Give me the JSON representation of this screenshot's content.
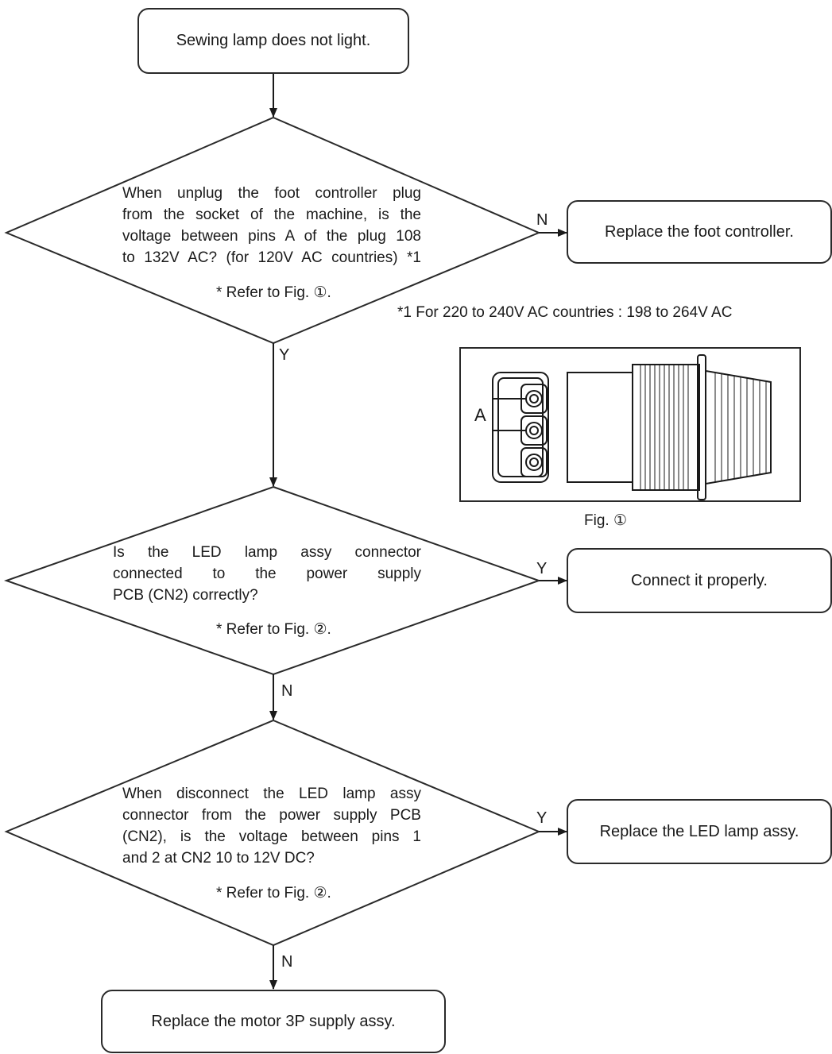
{
  "start": {
    "text": "Sewing lamp does not light."
  },
  "decision1": {
    "lines": [
      "When unplug the foot controller plug",
      "from the socket of the machine, is the",
      "voltage between pins A of the plug 108",
      "to 132V AC? (for 120V AC countries) *1"
    ],
    "ref": "* Refer to Fig. ①.",
    "no_label": "N",
    "yes_label": "Y"
  },
  "action1": {
    "text": "Replace the foot controller."
  },
  "footnote": "*1 For 220 to 240V AC countries : 198 to 264V AC",
  "figure1": {
    "pin_label": "A",
    "caption": "Fig. ①"
  },
  "decision2": {
    "lines": [
      "Is the LED lamp assy connector",
      "connected to the power supply",
      "PCB (CN2) correctly?"
    ],
    "ref": "* Refer to Fig. ②.",
    "yes_label": "Y",
    "no_label": "N"
  },
  "action2": {
    "text": "Connect it properly."
  },
  "decision3": {
    "lines": [
      "When disconnect the LED lamp assy",
      "connector from the power supply PCB",
      "(CN2), is the voltage between pins 1",
      "and 2 at CN2 10 to 12V DC?"
    ],
    "ref": "* Refer to Fig. ②.",
    "yes_label": "Y",
    "no_label": "N"
  },
  "action3": {
    "text": "Replace the LED lamp assy."
  },
  "end": {
    "text": "Replace the motor 3P supply assy."
  }
}
